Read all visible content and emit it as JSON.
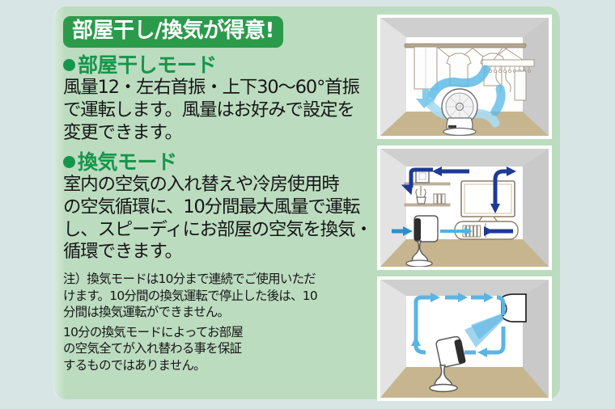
{
  "banner": {
    "title": "部屋干し/換気が得意!"
  },
  "colors": {
    "page_background": "#d7e6e5",
    "card_background": "#bcdcc0",
    "banner_green": "#2b9b4b",
    "heading_green": "#16964b",
    "body_text": "#161616",
    "airflow_light_blue": "#4eb3e0",
    "airflow_dark_blue": "#1f3a93",
    "floor_tan": "#c7b590",
    "wall_gray": "#d9d9d9"
  },
  "sections": [
    {
      "bullet_icon": "filled-circle-bullet",
      "heading": "部屋干しモード",
      "body": "風量12・左右首振・上下30〜60°首振\nで運転します。風量はお好みで設定を\n変更できます。"
    },
    {
      "bullet_icon": "filled-circle-bullet",
      "heading": "換気モード",
      "body": "室内の空気の入れ替えや冷房使用時\nの空気循環に、10分間最大風量で運転\nし、スピーディにお部屋の空気を換気・\n循環できます。"
    }
  ],
  "notes": [
    "注）換気モードは10分まで連続でご使用いただ\nけます。10分間の換気運転で停止した後は、10\n分間は換気運転ができません。",
    "10分の換気モードによってお部屋\nの空気全てが入れ替わる事を保証\nするものではありません。"
  ],
  "panels": [
    {
      "name": "room-drying-illustration",
      "caption": "部屋干しモード: 室内に干した洗濯物にサーキュレーターの風を当てる図",
      "elements": [
        "laundry-pole",
        "towel",
        "t-shirt",
        "t-shirt",
        "pinch-hanger",
        "circulator-fan",
        "swirl-airflow"
      ]
    },
    {
      "name": "ventilation-illustration",
      "caption": "換気モード: 室内の空気を窓から入れ替える図",
      "elements": [
        "television",
        "wall-shelf",
        "picture-frame",
        "plant",
        "books",
        "media-cabinet",
        "circulator-fan",
        "circulation-arrows"
      ]
    },
    {
      "name": "air-circulation-illustration",
      "caption": "冷房使用時の空気循環: エアコンの冷気をサーキュレーターで循環させる図",
      "elements": [
        "air-conditioner",
        "circulator-fan",
        "loop-airflow-arrows"
      ]
    }
  ]
}
